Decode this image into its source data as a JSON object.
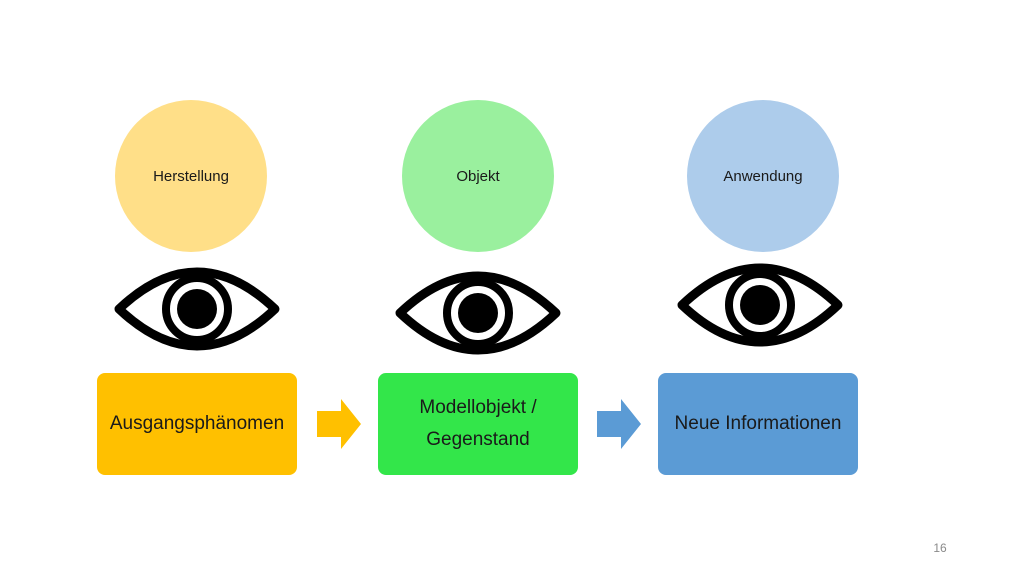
{
  "stages": [
    {
      "circle_label": "Herstellung",
      "circle_color": "#FFDF88",
      "box_label": "Ausgangsphänomen",
      "box_color": "#FFC000"
    },
    {
      "circle_label": "Objekt",
      "circle_color": "#9AF09E",
      "box_label_lines": [
        "Modellobjekt /",
        "Gegenstand"
      ],
      "box_color": "#33E64A"
    },
    {
      "circle_label": "Anwendung",
      "circle_color": "#ADCCEB",
      "box_label": "Neue Informationen",
      "box_color": "#5B9BD5"
    }
  ],
  "arrows": [
    {
      "color": "#FFC000"
    },
    {
      "color": "#5B9BD5"
    }
  ],
  "eye_icon": "eye-icon",
  "page_number": "16"
}
